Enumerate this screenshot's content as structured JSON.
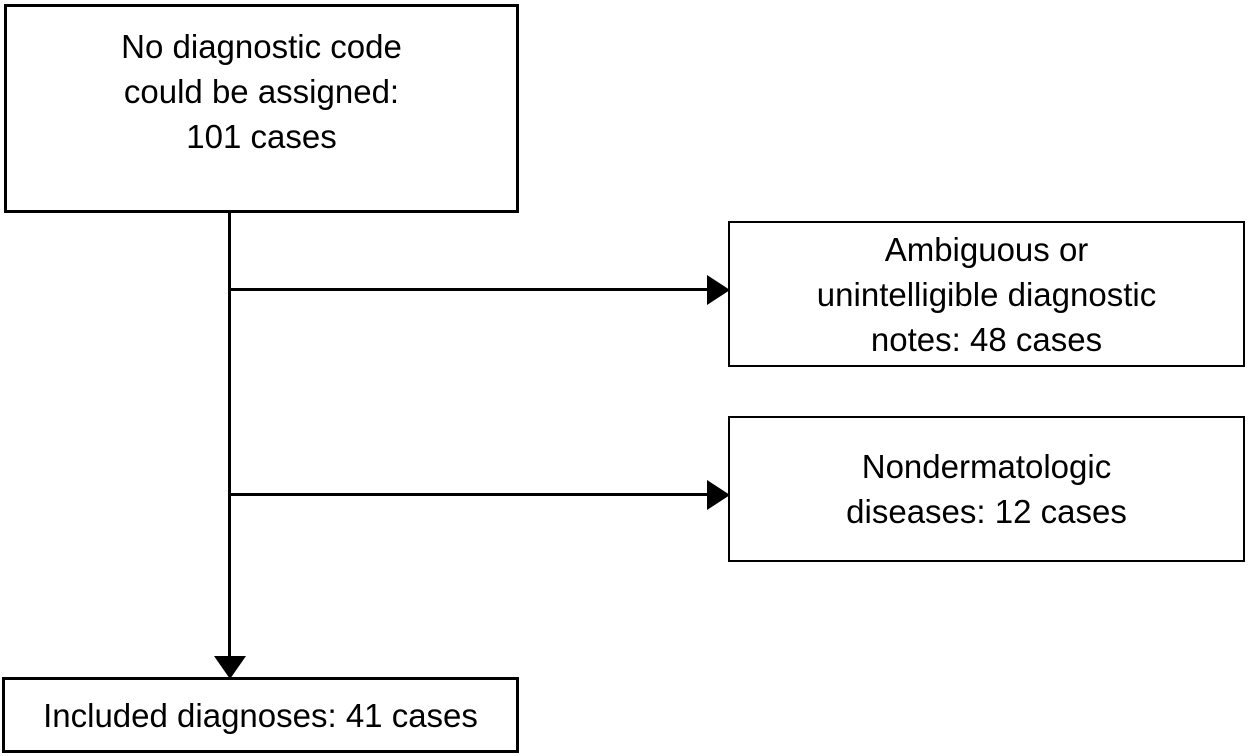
{
  "diagram": {
    "type": "flowchart",
    "background_color": "#ffffff",
    "border_color": "#000000",
    "line_color": "#000000",
    "text_color": "#000000",
    "nodes": {
      "root": {
        "id": "no-diagnostic-code",
        "label": "No diagnostic code\ncould be assigned:\n101 cases"
      },
      "branch1": {
        "id": "ambiguous-notes",
        "label": "Ambiguous or\nunintelligible diagnostic\nnotes: 48 cases"
      },
      "branch2": {
        "id": "nondermatologic-diseases",
        "label": "Nondermatologic\ndiseases: 12 cases"
      },
      "final": {
        "id": "included-diagnoses",
        "label": "Included diagnoses: 41 cases"
      }
    },
    "edges": [
      {
        "from": "no-diagnostic-code",
        "to": "ambiguous-notes",
        "style": "arrow-right"
      },
      {
        "from": "no-diagnostic-code",
        "to": "nondermatologic-diseases",
        "style": "arrow-right"
      },
      {
        "from": "no-diagnostic-code",
        "to": "included-diagnoses",
        "style": "arrow-down"
      }
    ]
  }
}
